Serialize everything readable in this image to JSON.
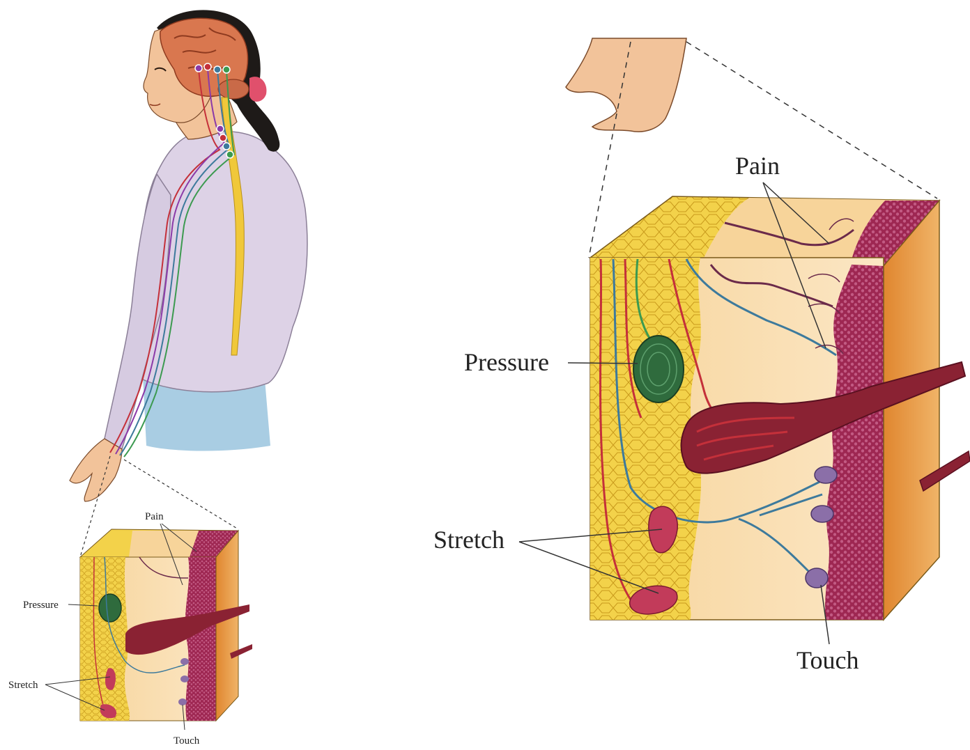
{
  "small_figure": {
    "labels": {
      "pain": "Pain",
      "pressure": "Pressure",
      "stretch": "Stretch",
      "touch": "Touch"
    }
  },
  "large_figure": {
    "labels": {
      "pain": "Pain",
      "pressure": "Pressure",
      "stretch": "Stretch",
      "touch": "Touch"
    }
  },
  "colors": {
    "skin_tone": "#f2c39a",
    "brain": "#d9774f",
    "hair": "#1e1a18",
    "shirt": "#ddd2e6",
    "pants": "#a9cde3",
    "spinal_cord": "#f0c83a",
    "fat_layer": "#f3d24a",
    "dermis": "#f7dcae",
    "epidermis": "#9e2752",
    "side_face": "#e59a4c",
    "pressure_receptor": "#2f6b3d",
    "touch_receptor": "#8b6fa8",
    "nerve_red": "#c4303a",
    "nerve_blue": "#3d7a9c"
  }
}
